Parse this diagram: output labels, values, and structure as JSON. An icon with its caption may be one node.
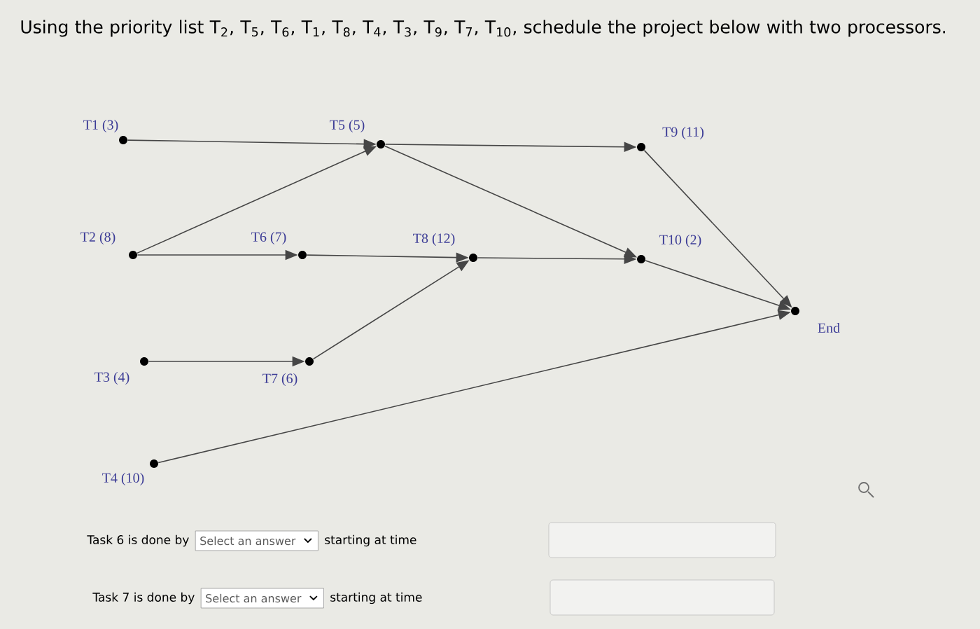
{
  "diagram": {
    "title": "Using the priority list T$_{2}$, T$_{5}$, T$_{6}$, T$_{1}$, T$_{8}$, T$_{4}$, T$_{3}$, T$_{9}$, T$_{7}$, T$_{10}$, schedule the project below with two processors.",
    "nodes": [
      {
        "text": [
          "T1 (3)"
        ]
      },
      {
        "text": [
          "T5 (5)"
        ]
      },
      {
        "text": [
          "T9 (11)"
        ]
      },
      {
        "text": [
          "T2 (8)"
        ]
      },
      {
        "text": [
          "T6 (7)"
        ]
      },
      {
        "text": [
          "T8 (12)"
        ]
      },
      {
        "text": [
          "T10 (2)"
        ]
      },
      {
        "text": [
          "End"
        ]
      },
      {
        "text": [
          "T3 (4)"
        ]
      },
      {
        "text": [
          "T7 (6)"
        ]
      },
      {
        "text": [
          "T4 (10)"
        ]
      }
    ],
    "edges": [
      {
        "from": 0,
        "to": 1,
        "arrow": "to"
      },
      {
        "from": 3,
        "to": 1,
        "arrow": "to"
      },
      {
        "from": 1,
        "to": 2,
        "arrow": "to"
      },
      {
        "from": 1,
        "to": 6,
        "arrow": "to"
      },
      {
        "from": 3,
        "to": 4,
        "arrow": "to"
      },
      {
        "from": 4,
        "to": 5,
        "arrow": "to"
      },
      {
        "from": 5,
        "to": 6,
        "arrow": "to"
      },
      {
        "from": 8,
        "to": 9,
        "arrow": "to"
      },
      {
        "from": 9,
        "to": 5,
        "arrow": "to"
      },
      {
        "from": 2,
        "to": 7,
        "arrow": "to"
      },
      {
        "from": 6,
        "to": 7,
        "arrow": "to"
      },
      {
        "from": 10,
        "to": 7,
        "arrow": "to"
      }
    ],
    "labels": [
      "Task 6 is done by",
      "Select an answer",
      "starting at time",
      "Task 7 is done by",
      "Select an answer",
      "starting at time"
    ]
  }
}
